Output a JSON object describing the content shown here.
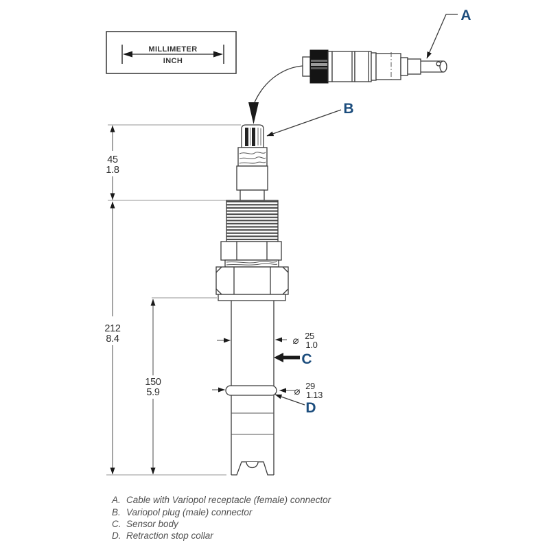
{
  "scale_box": {
    "millimeter": "MILLIMETER",
    "inch": "INCH"
  },
  "labels": {
    "a": "A",
    "b": "B",
    "c": "C",
    "d": "D"
  },
  "dimensions": {
    "plug_height": {
      "mm": "45",
      "inch": "1.8"
    },
    "body_length": {
      "mm": "212",
      "inch": "8.4"
    },
    "tube_length": {
      "mm": "150",
      "inch": "5.9"
    },
    "tube_diameter": {
      "symbol": "⌀",
      "mm": "25",
      "inch": "1.0"
    },
    "collar_diameter": {
      "symbol": "⌀",
      "mm": "29",
      "inch": "1.13"
    }
  },
  "legend": {
    "items": [
      {
        "key": "A.",
        "text": "Cable with Variopol receptacle (female) connector"
      },
      {
        "key": "B.",
        "text": "Variopol plug (male) connector"
      },
      {
        "key": "C.",
        "text": "Sensor body"
      },
      {
        "key": "D.",
        "text": "Retraction stop collar"
      }
    ]
  },
  "colors": {
    "label_blue": "#1c4d7d",
    "outline": "#3a3a3a",
    "dimension_gray": "#4a4a4a",
    "extension_gray": "#949494",
    "legend_text": "#4f4f4f",
    "background": "#ffffff"
  }
}
